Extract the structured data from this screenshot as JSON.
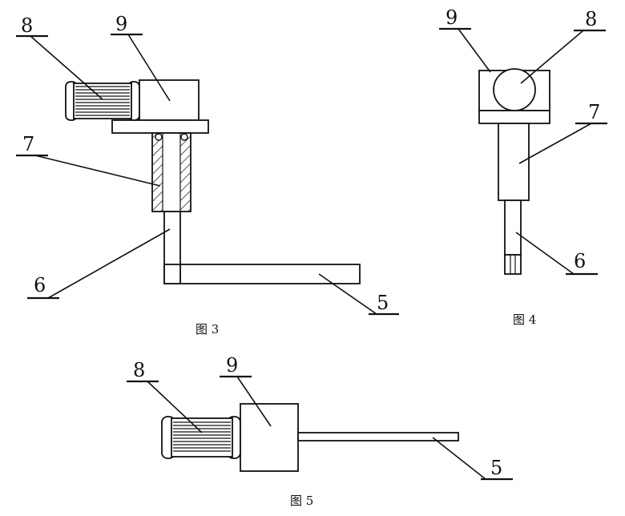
{
  "figures": [
    {
      "caption": "图 3",
      "labels": {
        "p8": "8",
        "p9": "9",
        "p7": "7",
        "p6": "6",
        "p5": "5"
      }
    },
    {
      "caption": "图 4",
      "labels": {
        "p9": "9",
        "p8": "8",
        "p7": "7",
        "p6": "6"
      }
    },
    {
      "caption": "图 5",
      "labels": {
        "p8": "8",
        "p9": "9",
        "p5": "5"
      }
    }
  ]
}
